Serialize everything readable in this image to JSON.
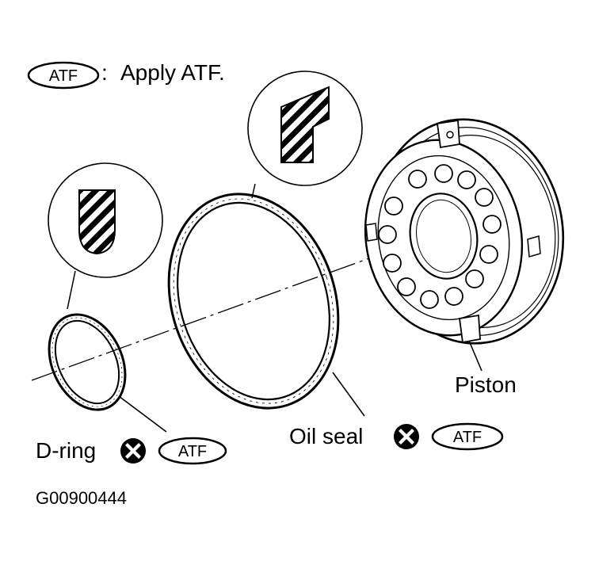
{
  "legend": {
    "symbol_text": "ATF",
    "separator": ":",
    "description": "Apply ATF."
  },
  "labels": {
    "piston": "Piston",
    "oil_seal": "Oil seal",
    "d_ring": "D-ring",
    "atf_tag": "ATF"
  },
  "figure_id": "G00900444",
  "colors": {
    "ink": "#000000",
    "paper": "#ffffff"
  },
  "icons": {
    "replace_symbol": "circle-x-icon",
    "seal_section": "hatched-section-icon"
  }
}
